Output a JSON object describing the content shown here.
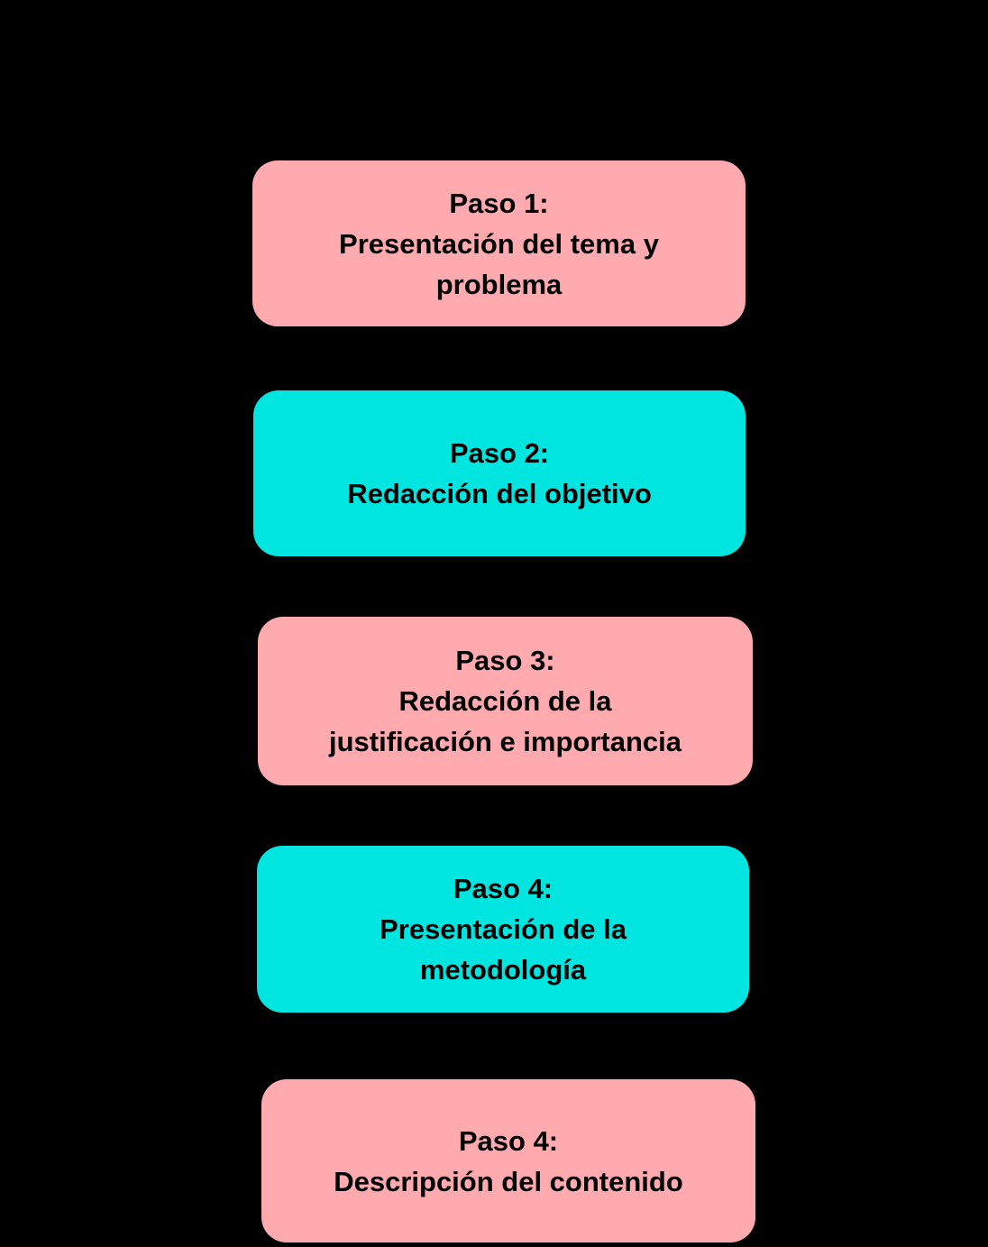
{
  "colors": {
    "background": "#000000",
    "text": "#000000",
    "pink": "#FFAAAF",
    "cyan": "#00E5E0"
  },
  "diagram": {
    "boxes": [
      {
        "id": "step-1",
        "color": "pink",
        "lines": [
          "Paso 1:",
          "Presentación del tema y",
          "problema"
        ]
      },
      {
        "id": "step-2",
        "color": "cyan",
        "lines": [
          "Paso 2:",
          "Redacción del objetivo"
        ]
      },
      {
        "id": "step-3",
        "color": "pink",
        "lines": [
          "Paso 3:",
          "Redacción de la",
          "justificación e importancia"
        ]
      },
      {
        "id": "step-4",
        "color": "cyan",
        "lines": [
          "Paso 4:",
          "Presentación de la",
          "metodología"
        ]
      },
      {
        "id": "step-5",
        "color": "pink",
        "lines": [
          "Paso 4:",
          "Descripción del contenido"
        ]
      }
    ]
  }
}
